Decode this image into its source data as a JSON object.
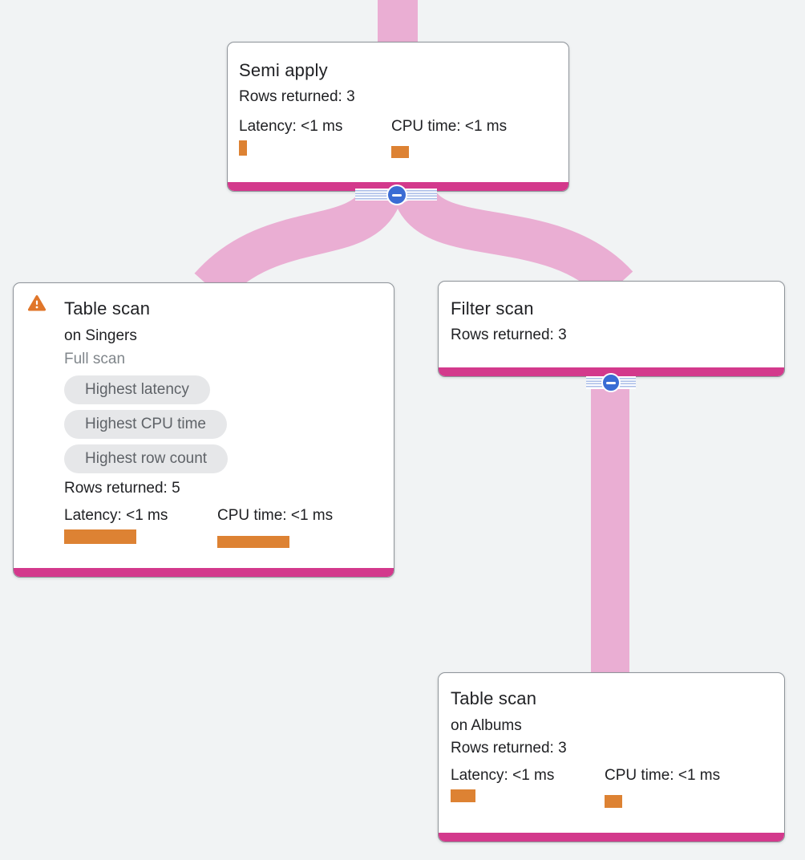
{
  "colors": {
    "background": "#F1F3F4",
    "edge_pink": "#EAAED3",
    "node_bar_magenta": "#D3398C",
    "metric_orange": "#DD8233",
    "warning_orange": "#E0762A",
    "collapse_blue": "#3A6CD4",
    "stripe_blue": "#A9BCE7",
    "card_border": "#8F949A",
    "chip_bg": "#E6E7E9",
    "chip_text": "#5F6368",
    "text_primary": "#202124",
    "text_secondary": "#80868B"
  },
  "nodes": {
    "semi_apply": {
      "title": "Semi apply",
      "rows": "Rows returned: 3",
      "latency": {
        "label": "Latency: <1 ms",
        "bar": {
          "w": 10,
          "h": 19,
          "mt": 5
        }
      },
      "cpu": {
        "label": "CPU time: <1 ms",
        "bar": {
          "w": 22,
          "h": 15,
          "mt": 12
        }
      }
    },
    "table_scan_singers": {
      "title": "Table scan",
      "subtitle": "on Singers",
      "scan_type": "Full scan",
      "warning_icon": "warning-triangle",
      "chips": [
        "Highest latency",
        "Highest CPU time",
        "Highest row count"
      ],
      "rows": "Rows returned: 5",
      "latency": {
        "label": "Latency: <1 ms",
        "bar": {
          "w": 90,
          "h": 18,
          "mt": 5
        }
      },
      "cpu": {
        "label": "CPU time: <1 ms",
        "bar": {
          "w": 90,
          "h": 15,
          "mt": 13
        }
      }
    },
    "filter_scan": {
      "title": "Filter scan",
      "rows": "Rows returned: 3"
    },
    "table_scan_albums": {
      "title": "Table scan",
      "subtitle": "on Albums",
      "rows": "Rows returned: 3",
      "latency": {
        "label": "Latency: <1 ms",
        "bar": {
          "w": 31,
          "h": 16,
          "mt": 5
        }
      },
      "cpu": {
        "label": "CPU time: <1 ms",
        "bar": {
          "w": 22,
          "h": 16,
          "mt": 12
        }
      }
    }
  }
}
